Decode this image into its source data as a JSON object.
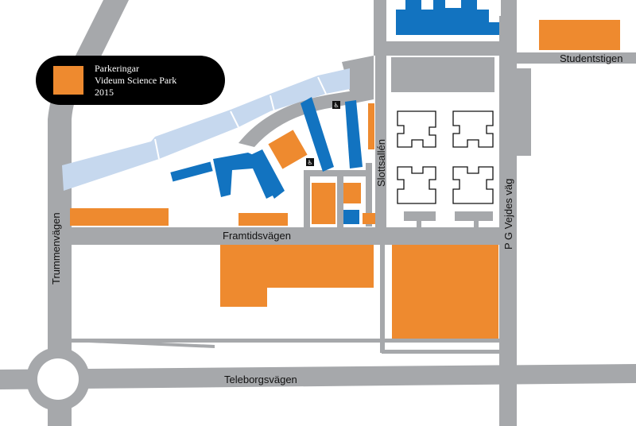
{
  "map": {
    "legend": {
      "title": "Parkeringar",
      "subtitle": "Videum Science Park",
      "year": "2015",
      "parking_color": "#ee8a2f"
    },
    "streets": {
      "trummenvagen": "Trummenvägen",
      "framtidsvagen": "Framtidsvägen",
      "slottsallen": "Slottsallén",
      "studentstigen": "Studentstigen",
      "pg_vejdes_vag": "P G Vejdes väg",
      "teleborgsvagen": "Teleborgsvägen"
    },
    "icons": [
      "accessible-parking-icon",
      "accessible-parking-icon"
    ],
    "colors": {
      "road": "#a6a8ab",
      "parking": "#ee8a2f",
      "building_blue": "#1273c0",
      "building_light": "#c6d8ee",
      "background": "#ffffff"
    }
  }
}
